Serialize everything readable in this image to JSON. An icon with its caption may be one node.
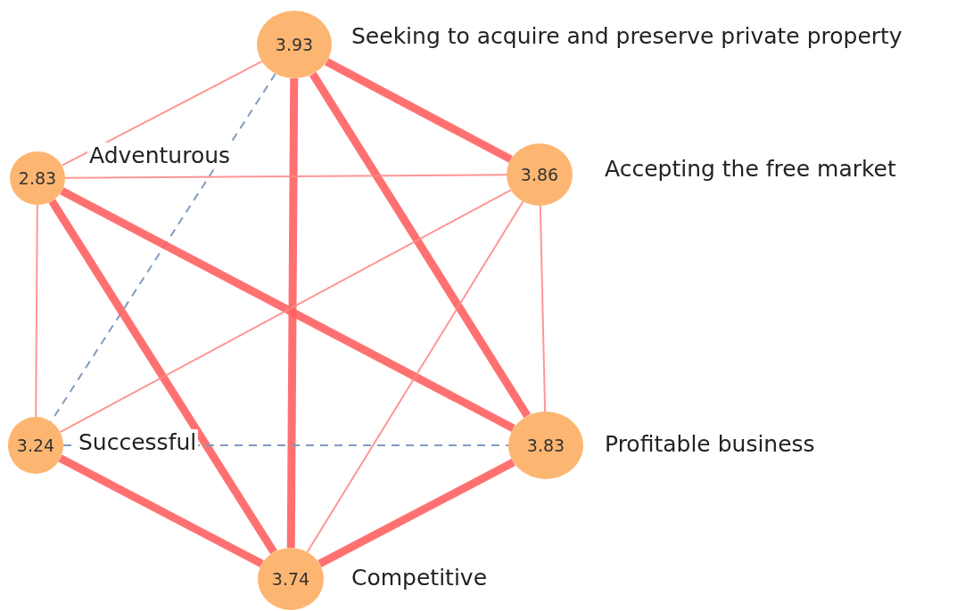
{
  "diagram": {
    "nodes": [
      {
        "text": [
          "3.93"
        ],
        "beside": [
          "Seeking to acquire and preserve private property"
        ]
      },
      {
        "text": [
          "2.83"
        ],
        "beside": [
          "Adventurous"
        ]
      },
      {
        "text": [
          "3.86"
        ],
        "beside": [
          "Accepting the free market"
        ]
      },
      {
        "text": [
          "3.24"
        ],
        "beside": [
          "Successful"
        ]
      },
      {
        "text": [
          "3.83"
        ],
        "beside": [
          "Profitable business"
        ]
      },
      {
        "text": [
          "3.74"
        ],
        "beside": [
          "Competitive"
        ]
      }
    ],
    "edges": [
      {
        "from": 0,
        "to": 1,
        "arrow": "none"
      },
      {
        "from": 0,
        "to": 2,
        "arrow": "none",
        "style": "thick"
      },
      {
        "from": 0,
        "to": 3,
        "arrow": "none",
        "style": "dashed",
        "color": "#7f9cbf"
      },
      {
        "from": 0,
        "to": 4,
        "arrow": "none",
        "style": "thick"
      },
      {
        "from": 0,
        "to": 5,
        "arrow": "none",
        "style": "thick"
      },
      {
        "from": 1,
        "to": 2,
        "arrow": "none"
      },
      {
        "from": 1,
        "to": 3,
        "arrow": "none"
      },
      {
        "from": 1,
        "to": 4,
        "arrow": "none",
        "style": "thick"
      },
      {
        "from": 1,
        "to": 5,
        "arrow": "none",
        "style": "thick"
      },
      {
        "from": 2,
        "to": 3,
        "arrow": "none"
      },
      {
        "from": 2,
        "to": 4,
        "arrow": "none"
      },
      {
        "from": 2,
        "to": 5,
        "arrow": "none"
      },
      {
        "from": 3,
        "to": 4,
        "arrow": "none",
        "style": "dashed",
        "color": "#7f9cbf"
      },
      {
        "from": 3,
        "to": 5,
        "arrow": "none",
        "style": "thick"
      },
      {
        "from": 4,
        "to": 5,
        "arrow": "none",
        "style": "thick"
      }
    ]
  }
}
